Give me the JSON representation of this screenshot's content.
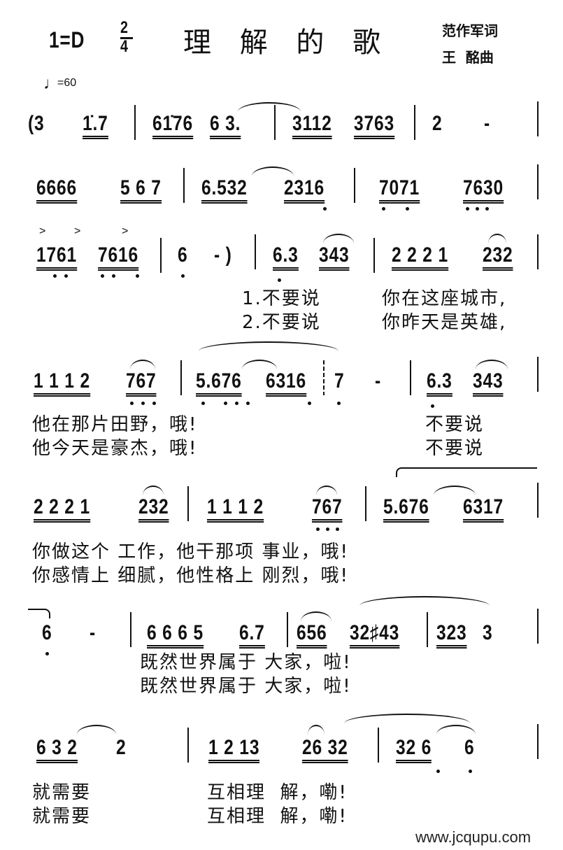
{
  "header": {
    "key": "1=D",
    "time_num": "2",
    "time_den": "4",
    "title": "理 解 的 歌",
    "lyricist": "范作军词",
    "composer": "王  酩曲",
    "tempo": "=60"
  },
  "rows": [
    {
      "notes": [
        "(3",
        "1̇.7",
        "61̇76",
        "6 3.",
        "3112",
        "3763",
        "2",
        "-"
      ]
    },
    {
      "notes": [
        "6666",
        "5 6 7",
        "6.532",
        "2316",
        "7071",
        "7630"
      ]
    },
    {
      "notes": [
        "1761",
        "7616",
        "6",
        "- )",
        "6.3",
        "343",
        "2 2 2 1",
        "232"
      ],
      "accents": [
        ">",
        ">",
        ">"
      ],
      "lyrics": [
        "1.不要说",
        "你在这座城市,",
        "2.不要说",
        "你昨天是英雄,"
      ]
    },
    {
      "notes": [
        "1 1 1 2",
        "767",
        "5.676",
        "6316",
        "7",
        "-",
        "6.3",
        "343"
      ],
      "lyrics": [
        "他在那片田野，哦!",
        "不要说",
        "他今天是豪杰，哦!",
        "不要说"
      ]
    },
    {
      "notes": [
        "2 2 2 1",
        "232",
        "1 1 1 2",
        "767",
        "5.676",
        "6317"
      ],
      "lyrics": [
        "你做这个 工作，他干那项 事业，哦!",
        "你感情上 细腻，他性格上 刚烈，哦!"
      ]
    },
    {
      "notes": [
        "6",
        "-",
        "6 6 6 5",
        "6.7",
        "656",
        "32♯43",
        "323",
        "3"
      ],
      "lyrics": [
        "既然世界属于 大家，啦!",
        "既然世界属于 大家，啦!"
      ]
    },
    {
      "notes": [
        "6 3 2",
        "2",
        "1 2 13",
        "26 32",
        "32 6",
        "6"
      ],
      "lyrics": [
        "就需要",
        "互相理  解，嘞!",
        "就需要",
        "互相理  解，嘞!"
      ]
    }
  ],
  "watermark": "www.jcqupu.com"
}
